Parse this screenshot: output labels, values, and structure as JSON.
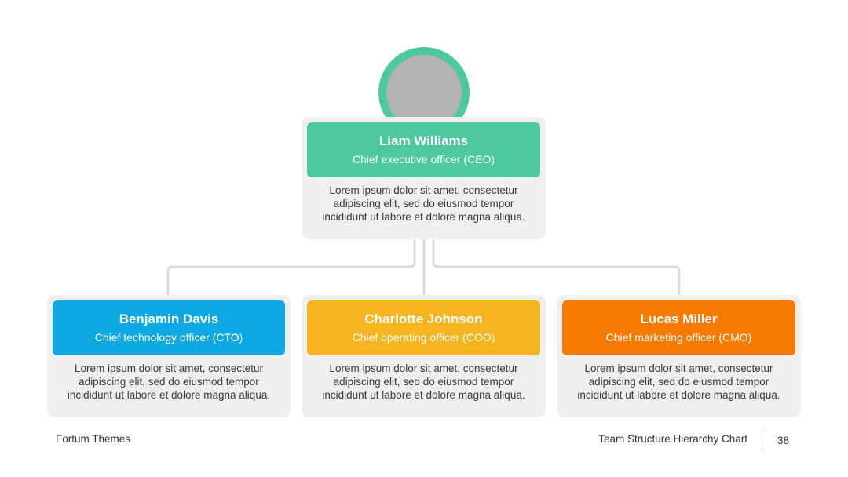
{
  "org": {
    "ceo": {
      "name": "Liam Williams",
      "role": "Chief executive officer (CEO)",
      "description": "Lorem ipsum dolor sit amet, consectetur adipiscing elit, sed do eiusmod tempor incididunt ut labore et dolore magna aliqua.",
      "color": "#4cc99d"
    },
    "reports": [
      {
        "name": "Benjamin Davis",
        "role": "Chief technology officer (CTO)",
        "description": "Lorem ipsum dolor sit amet, consectetur adipiscing elit, sed do eiusmod tempor incididunt ut labore et dolore magna aliqua.",
        "color": "#0ea8e3"
      },
      {
        "name": "Charlotte Johnson",
        "role": "Chief operating officer (COO)",
        "description": "Lorem ipsum dolor sit amet, consectetur adipiscing elit, sed do eiusmod tempor incididunt ut labore et dolore magna aliqua.",
        "color": "#f6b41e"
      },
      {
        "name": "Lucas Miller",
        "role": "Chief marketing officer (CMO)",
        "description": "Lorem ipsum dolor sit amet, consectetur adipiscing elit, sed do eiusmod tempor incididunt ut labore et dolore magna aliqua.",
        "color": "#f67a04"
      }
    ]
  },
  "footer": {
    "brand": "Fortum Themes",
    "title": "Team Structure Hierarchy Chart",
    "page_number": "38"
  }
}
